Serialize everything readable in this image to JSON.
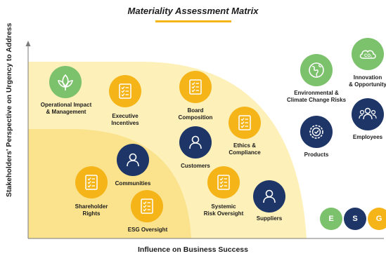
{
  "title": "Materiality Assessment Matrix",
  "y_axis_label": "Stakeholders' Perspective on Urgency to Address",
  "x_axis_label": "Influence on Business Success",
  "items": {
    "operational_impact": "Operational Impact\n& Management",
    "executive_incentives": "Executive\nIncentives",
    "board_composition": "Board\nComposition",
    "customers": "Customers",
    "ethics_compliance": "Ethics &\nCompliance",
    "communities": "Communities",
    "shareholder_rights": "Shareholder\nRights",
    "esg_oversight": "ESG Oversight",
    "systemic_risk": "Systemic\nRisk Oversight",
    "suppliers": "Suppliers",
    "environmental": "Environmental &\nClimate Change Risks",
    "innovation": "Innovation\n& Opportunity",
    "products": "Products",
    "employees": "Employees"
  },
  "co2_text": "CO",
  "legend": {
    "e": "E",
    "s": "S",
    "g": "G"
  },
  "colors": {
    "environmental": "#7cc16b",
    "social": "#1e3667",
    "governance": "#f5b418",
    "zone_outer": "#fdf0b9",
    "zone_inner": "#fbe38e"
  }
}
